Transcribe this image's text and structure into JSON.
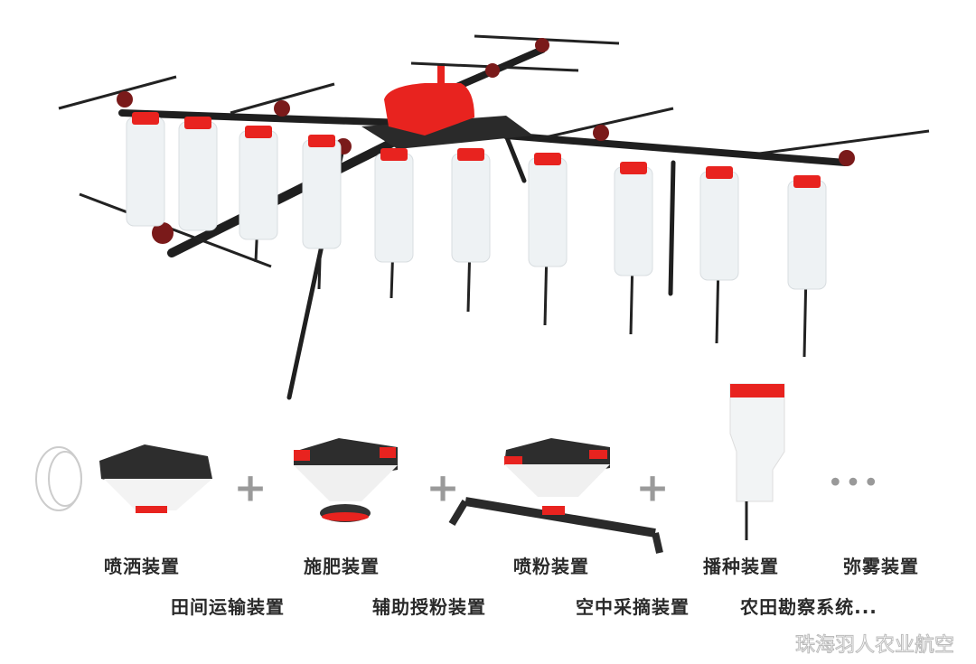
{
  "labels_row1": [
    "喷洒装置",
    "施肥装置",
    "喷粉装置",
    "播种装置",
    "弥雾装置"
  ],
  "labels_row2": [
    "田间运输装置",
    "辅助授粉装置",
    "空中采摘装置",
    "农田勘察系统..."
  ],
  "separator": "+",
  "more": "•••",
  "watermark": "珠海羽人农业航空",
  "colors": {
    "accent": "#e8231f",
    "frame": "#222222",
    "tank": "#eef2f4"
  }
}
